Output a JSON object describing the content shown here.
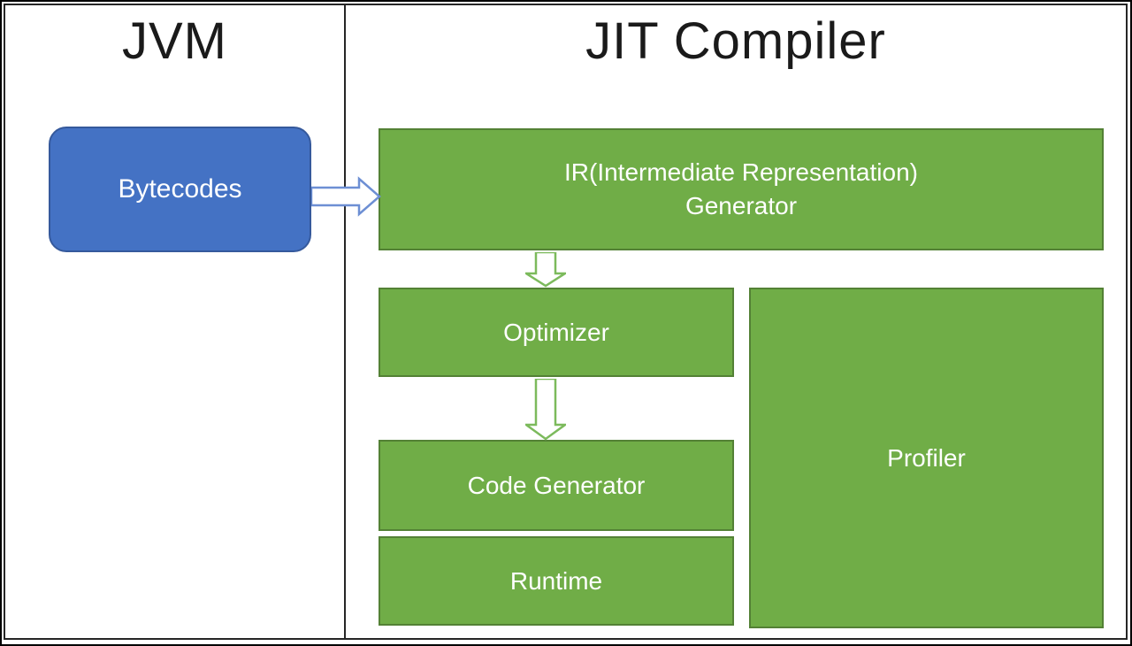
{
  "panels": {
    "jvm": {
      "title": "JVM"
    },
    "jit": {
      "title": "JIT Compiler"
    }
  },
  "nodes": {
    "bytecodes": {
      "label": "Bytecodes"
    },
    "ir_generator": {
      "line1": "IR(Intermediate Representation)",
      "line2": "Generator"
    },
    "optimizer": {
      "label": "Optimizer"
    },
    "code_generator": {
      "label": "Code Generator"
    },
    "runtime": {
      "label": "Runtime"
    },
    "profiler": {
      "label": "Profiler"
    }
  },
  "icons": {
    "bytecodes_to_ir": "flow-arrow-right-icon",
    "ir_to_optimizer": "flow-arrow-down-icon",
    "optimizer_to_code_generator": "flow-arrow-down-icon"
  },
  "colors": {
    "green_fill": "#70ad47",
    "green_border": "#538135",
    "green_arrow": "#7cba5c",
    "blue_fill": "#4472c4",
    "blue_border": "#35599c",
    "blue_arrow": "#6d8fd4",
    "panel_border": "#262626",
    "frame_border": "#000000",
    "title_text": "#1a1a1a",
    "node_text": "#ffffff",
    "background": "#ffffff"
  }
}
